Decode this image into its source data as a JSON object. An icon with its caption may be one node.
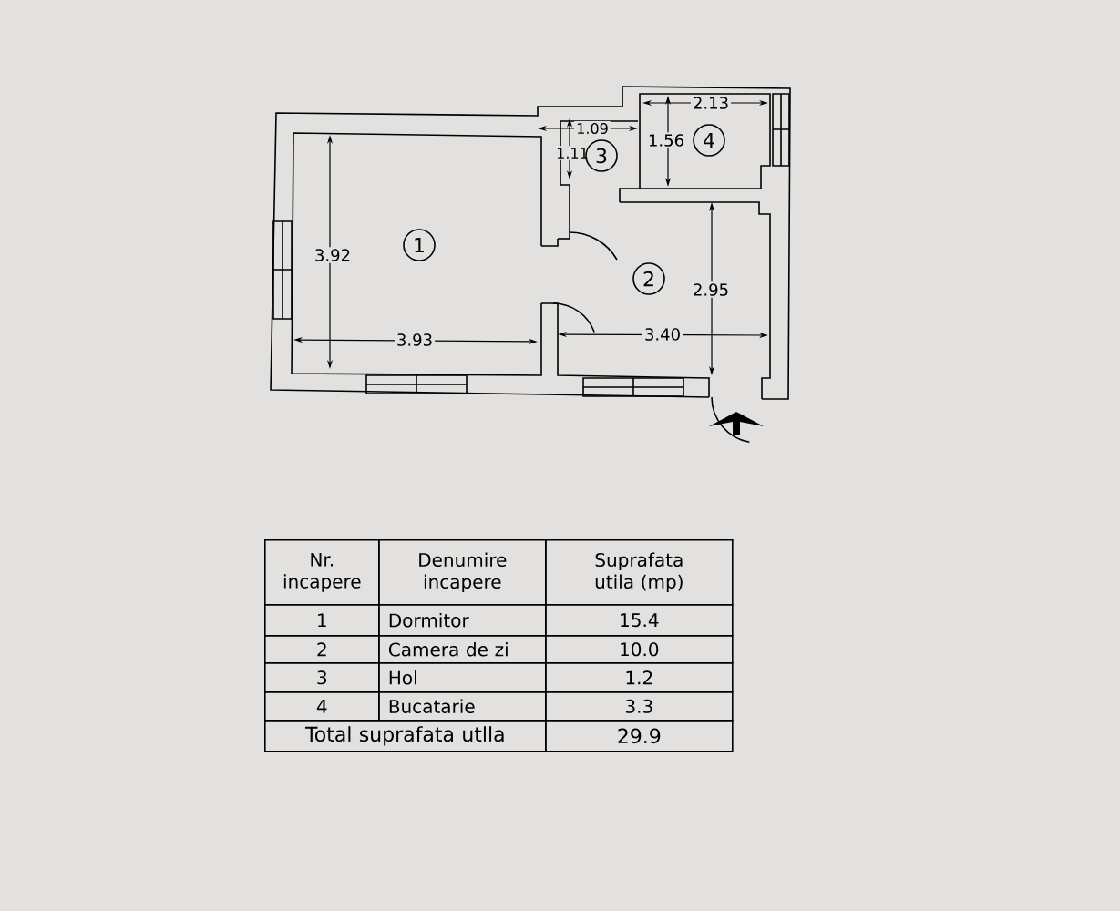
{
  "diagram": {
    "nodes": [
      {
        "text": [
          "1"
        ]
      },
      {
        "text": [
          "2"
        ]
      },
      {
        "text": [
          "3"
        ]
      },
      {
        "text": [
          "4"
        ]
      }
    ],
    "labels": [
      "2.13",
      "1.09",
      "1.11",
      "1.56",
      "3.92",
      "2.95",
      "3.93",
      "3.40",
      "Nr. incapere",
      "Denumire incapere",
      "Suprafata utila (mp)",
      "1",
      "Dormitor",
      "15.4",
      "2",
      "Camera de zi",
      "10.0",
      "3",
      "Hol",
      "1.2",
      "4",
      "Bucatarie",
      "3.3",
      "Total suprafata utlla",
      "29.9"
    ]
  }
}
